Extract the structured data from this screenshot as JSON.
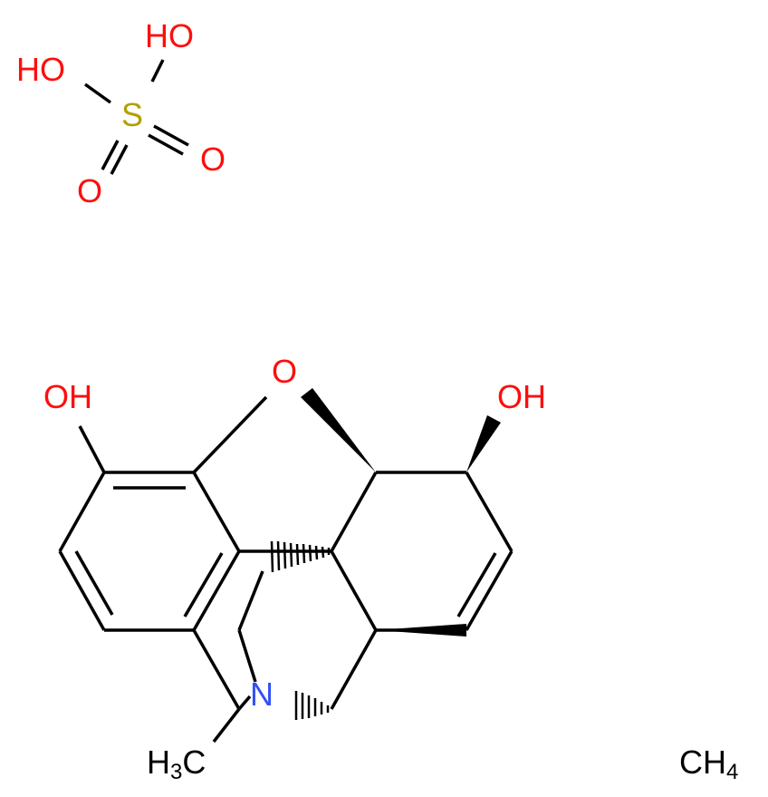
{
  "colors": {
    "bond": "#000000",
    "oxygen": "#ff0d0d",
    "sulfur": "#b2a000",
    "nitrogen": "#3050f8",
    "carbon": "#000000"
  },
  "sulfate": {
    "hydroxyl_top": "HO",
    "hydroxyl_left": "HO",
    "sulfur": "S",
    "oxo_right": "O",
    "oxo_bottom": "O"
  },
  "morphine": {
    "phenol": "OH",
    "ether": "O",
    "alcohol": "OH",
    "amine": "N",
    "methyl_main": "H",
    "methyl_c": "C",
    "methyl_sub": "3"
  },
  "methane": {
    "main": "CH",
    "sub": "4"
  }
}
